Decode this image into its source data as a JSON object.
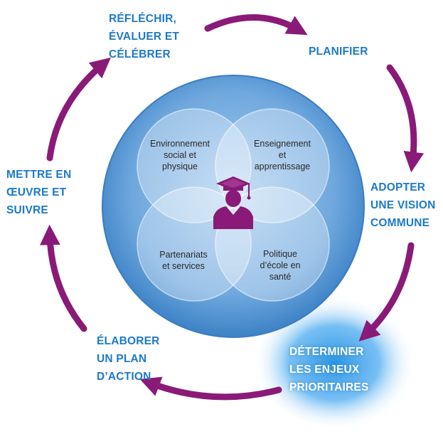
{
  "steps": [
    {
      "id": "reflechir",
      "lines": [
        "RÉFLÉCHIR,",
        "ÉVALUER ET",
        "CÉLÉBRER"
      ]
    },
    {
      "id": "planifier",
      "lines": [
        "PLANIFIER"
      ]
    },
    {
      "id": "adopter",
      "lines": [
        "ADOPTER",
        "UNE VISION",
        "COMMUNE"
      ]
    },
    {
      "id": "determiner",
      "lines": [
        "DÉTERMINER",
        "LES ENJEUX",
        "PRIORITAIRES"
      ]
    },
    {
      "id": "elaborer",
      "lines": [
        "ÉLABORER",
        "UN PLAN",
        "D’ACTION"
      ]
    },
    {
      "id": "mettre",
      "lines": [
        "METTRE EN",
        "ŒUVRE ET",
        "SUIVRE"
      ]
    }
  ],
  "domains": [
    {
      "id": "environnement",
      "lines": [
        "Environnement",
        "social et",
        "physique"
      ]
    },
    {
      "id": "enseignement",
      "lines": [
        "Enseignement",
        "et",
        "apprentissage"
      ]
    },
    {
      "id": "partenariats",
      "lines": [
        "Partenariats",
        "et services"
      ]
    },
    {
      "id": "politique",
      "lines": [
        "Politique",
        "d’école en",
        "santé"
      ]
    }
  ],
  "colors": {
    "arrow": "#8a1a78",
    "step_text": "#1c7ac9",
    "circle": "#5f9fd8",
    "graduate": "#8a1a78"
  },
  "center_icon": "graduate-icon"
}
